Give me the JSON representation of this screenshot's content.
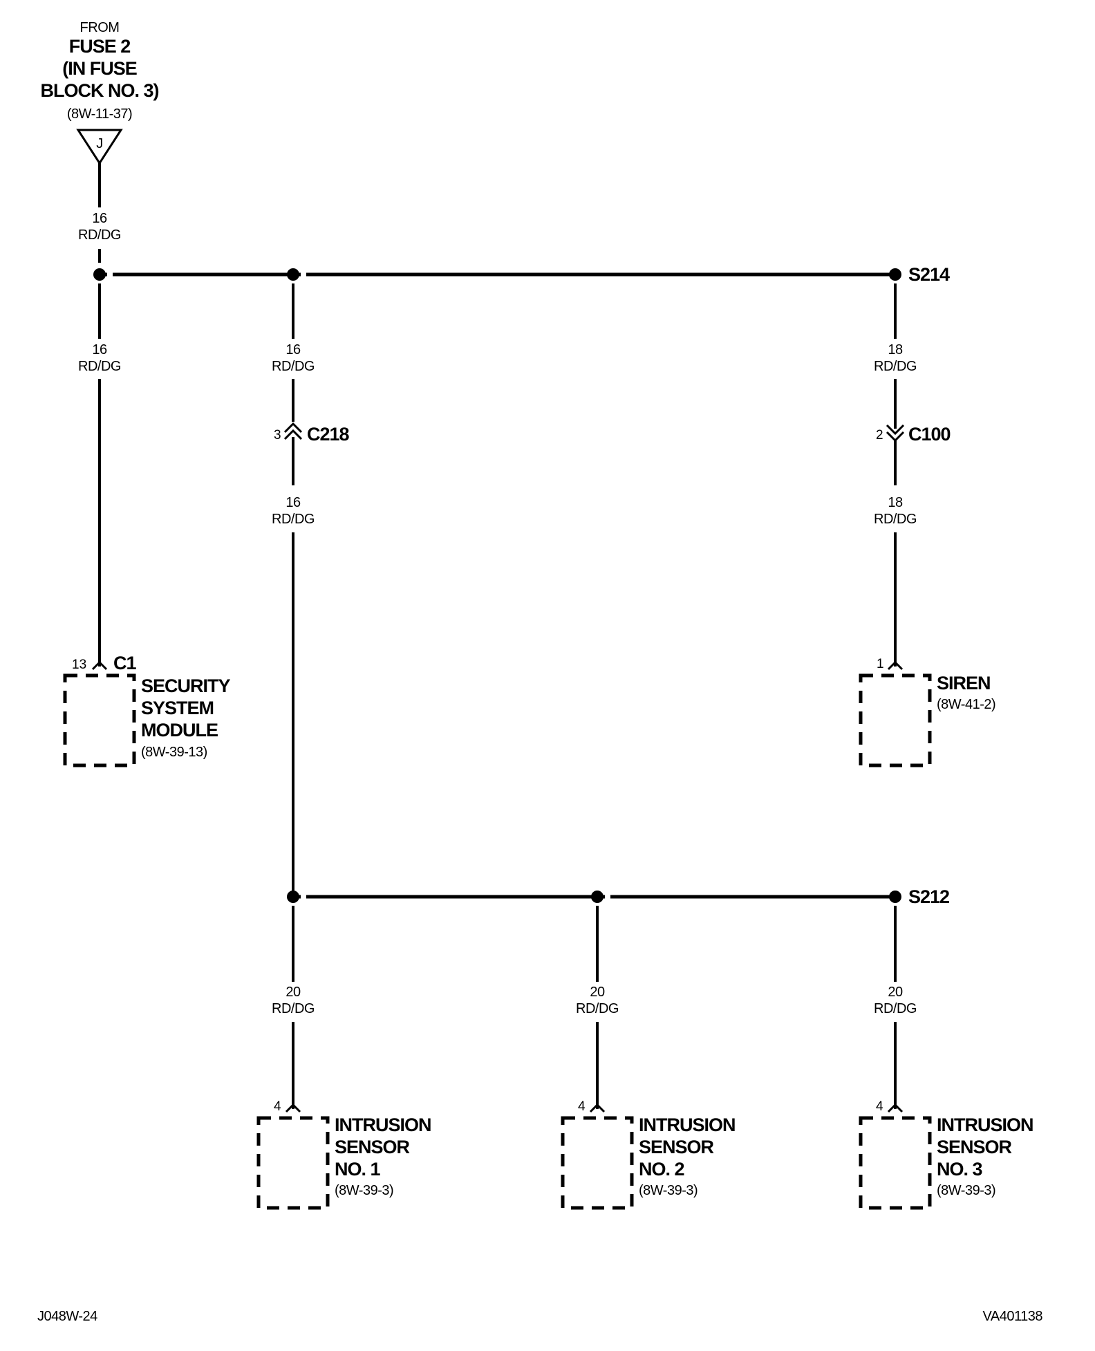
{
  "source": {
    "line1": "FROM",
    "line2": "FUSE 2",
    "line3": "(IN FUSE",
    "line4": "BLOCK NO. 3)",
    "ref": "(8W-11-37)",
    "terminal": "J"
  },
  "splices": {
    "top": "S214",
    "bottom": "S212"
  },
  "wires": {
    "feed": {
      "gauge": "16",
      "color": "RD/DG"
    },
    "to_module": {
      "gauge": "16",
      "color": "RD/DG"
    },
    "to_c218_upper": {
      "gauge": "16",
      "color": "RD/DG"
    },
    "to_c218_lower": {
      "gauge": "16",
      "color": "RD/DG"
    },
    "to_c100_upper": {
      "gauge": "18",
      "color": "RD/DG"
    },
    "to_c100_lower": {
      "gauge": "18",
      "color": "RD/DG"
    },
    "sensor1": {
      "gauge": "20",
      "color": "RD/DG"
    },
    "sensor2": {
      "gauge": "20",
      "color": "RD/DG"
    },
    "sensor3": {
      "gauge": "20",
      "color": "RD/DG"
    }
  },
  "inline_connectors": {
    "c218": {
      "name": "C218",
      "pin": "3"
    },
    "c100": {
      "name": "C100",
      "pin": "2"
    }
  },
  "components": {
    "module": {
      "connector": "C1",
      "pin": "13",
      "line1": "SECURITY",
      "line2": "SYSTEM",
      "line3": "MODULE",
      "ref": "(8W-39-13)"
    },
    "siren": {
      "pin": "1",
      "line1": "SIREN",
      "ref": "(8W-41-2)"
    },
    "sensor1": {
      "pin": "4",
      "line1": "INTRUSION",
      "line2": "SENSOR",
      "line3": "NO. 1",
      "ref": "(8W-39-3)"
    },
    "sensor2": {
      "pin": "4",
      "line1": "INTRUSION",
      "line2": "SENSOR",
      "line3": "NO. 2",
      "ref": "(8W-39-3)"
    },
    "sensor3": {
      "pin": "4",
      "line1": "INTRUSION",
      "line2": "SENSOR",
      "line3": "NO. 3",
      "ref": "(8W-39-3)"
    }
  },
  "footer": {
    "left": "J048W-24",
    "right": "VA401138"
  }
}
